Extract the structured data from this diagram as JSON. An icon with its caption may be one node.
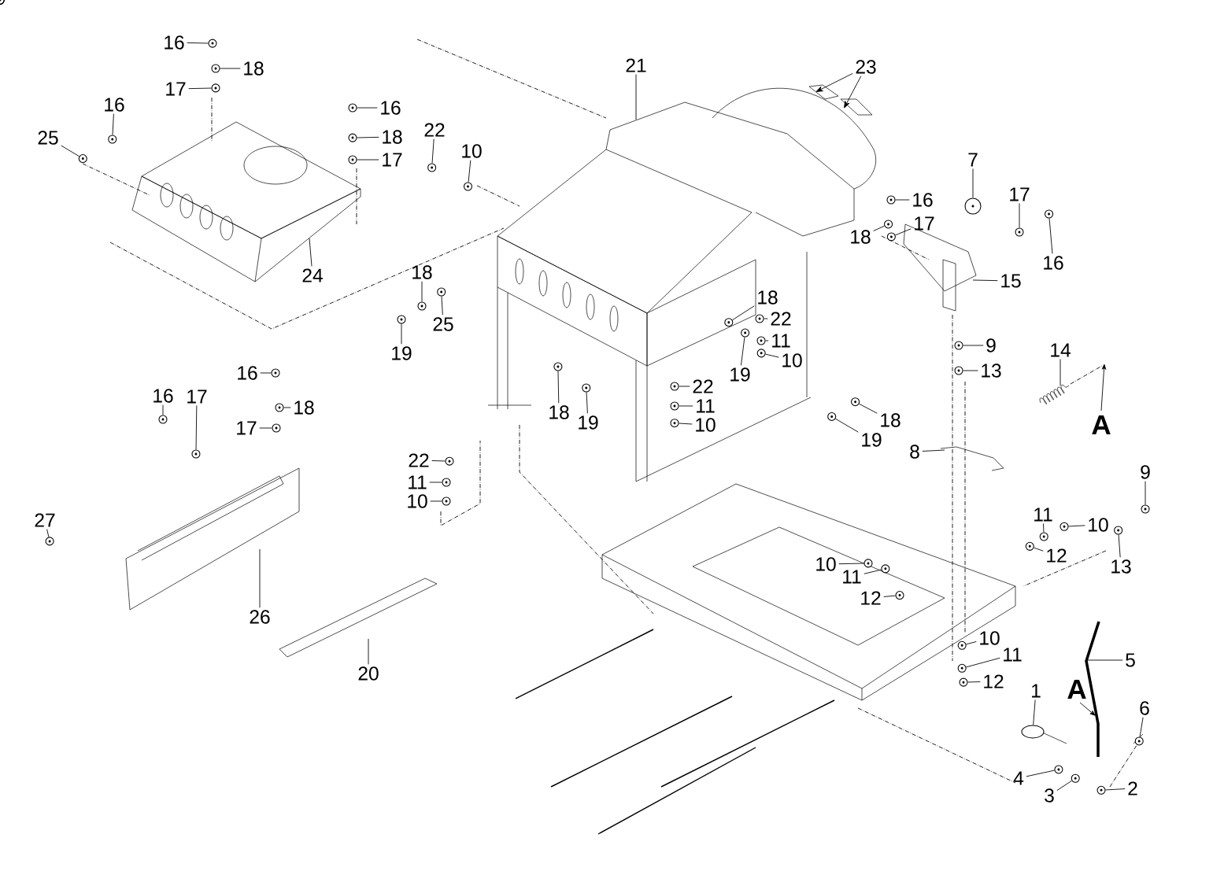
{
  "diagram": {
    "nodes": [
      {
        "text": [
          "16"
        ]
      },
      {
        "text": [
          "18"
        ]
      },
      {
        "text": [
          "17"
        ]
      },
      {
        "text": [
          "16"
        ]
      },
      {
        "text": [
          "25"
        ]
      },
      {
        "text": [
          "16"
        ]
      },
      {
        "text": [
          "18"
        ]
      },
      {
        "text": [
          "17"
        ]
      },
      {
        "text": [
          "24"
        ]
      },
      {
        "text": [
          "22"
        ]
      },
      {
        "text": [
          "10"
        ]
      },
      {
        "text": [
          "21"
        ]
      },
      {
        "text": [
          "23"
        ]
      },
      {
        "text": [
          "7"
        ]
      },
      {
        "text": [
          "16"
        ]
      },
      {
        "text": [
          "18"
        ]
      },
      {
        "text": [
          "17"
        ]
      },
      {
        "text": [
          "17"
        ]
      },
      {
        "text": [
          "16"
        ]
      },
      {
        "text": [
          "15"
        ]
      },
      {
        "text": [
          "18"
        ]
      },
      {
        "text": [
          "25"
        ]
      },
      {
        "text": [
          "19"
        ]
      },
      {
        "text": [
          "18"
        ]
      },
      {
        "text": [
          "22"
        ]
      },
      {
        "text": [
          "11"
        ]
      },
      {
        "text": [
          "10"
        ]
      },
      {
        "text": [
          "19"
        ]
      },
      {
        "text": [
          "9"
        ]
      },
      {
        "text": [
          "13"
        ]
      },
      {
        "text": [
          "14"
        ]
      },
      {
        "text": [
          "16"
        ]
      },
      {
        "text": [
          "18"
        ]
      },
      {
        "text": [
          "17"
        ]
      },
      {
        "text": [
          "16"
        ]
      },
      {
        "text": [
          "17"
        ]
      },
      {
        "text": [
          "22"
        ]
      },
      {
        "text": [
          "11"
        ]
      },
      {
        "text": [
          "10"
        ]
      },
      {
        "text": [
          "18"
        ]
      },
      {
        "text": [
          "19"
        ]
      },
      {
        "text": [
          "18"
        ]
      },
      {
        "text": [
          "19"
        ]
      },
      {
        "text": [
          "22"
        ]
      },
      {
        "text": [
          "11"
        ]
      },
      {
        "text": [
          "10"
        ]
      },
      {
        "text": [
          "8"
        ]
      },
      {
        "text": [
          "9"
        ]
      },
      {
        "text": [
          "11"
        ]
      },
      {
        "text": [
          "10"
        ]
      },
      {
        "text": [
          "12"
        ]
      },
      {
        "text": [
          "13"
        ]
      },
      {
        "text": [
          "27"
        ]
      },
      {
        "text": [
          "10"
        ]
      },
      {
        "text": [
          "11"
        ]
      },
      {
        "text": [
          "12"
        ]
      },
      {
        "text": [
          "26"
        ]
      },
      {
        "text": [
          "10"
        ]
      },
      {
        "text": [
          "11"
        ]
      },
      {
        "text": [
          "12"
        ]
      },
      {
        "text": [
          "5"
        ]
      },
      {
        "text": [
          "20"
        ]
      },
      {
        "text": [
          "1"
        ]
      },
      {
        "text": [
          "6"
        ]
      },
      {
        "text": [
          "4"
        ]
      },
      {
        "text": [
          "3"
        ]
      },
      {
        "text": [
          "2"
        ]
      },
      {
        "text": [],
        "shape": "circle"
      },
      {
        "text": [],
        "shape": "circle"
      },
      {
        "text": [],
        "shape": "circle"
      },
      {
        "text": [],
        "shape": "circle"
      },
      {
        "text": [],
        "shape": "circle"
      },
      {
        "text": [],
        "shape": "circle"
      },
      {
        "text": [],
        "shape": "circle"
      },
      {
        "text": [],
        "shape": "circle"
      },
      {
        "text": [],
        "shape": "circle"
      },
      {
        "text": [],
        "shape": "circle"
      },
      {
        "text": [],
        "shape": "circle"
      },
      {
        "text": [],
        "shape": "circle"
      },
      {
        "text": [],
        "shape": "circle"
      },
      {
        "text": [],
        "shape": "circle"
      },
      {
        "text": [],
        "shape": "circle"
      },
      {
        "text": [],
        "shape": "circle"
      },
      {
        "text": [],
        "shape": "circle"
      },
      {
        "text": [],
        "shape": "circle"
      },
      {
        "text": [],
        "shape": "circle"
      },
      {
        "text": [],
        "shape": "circle"
      },
      {
        "text": [],
        "shape": "circle"
      },
      {
        "text": [],
        "shape": "circle"
      },
      {
        "text": [],
        "shape": "circle"
      },
      {
        "text": [],
        "shape": "circle"
      },
      {
        "text": [],
        "shape": "circle"
      },
      {
        "text": [],
        "shape": "circle"
      },
      {
        "text": [],
        "shape": "circle"
      },
      {
        "text": [],
        "shape": "circle"
      },
      {
        "text": [],
        "shape": "circle"
      },
      {
        "text": [],
        "shape": "circle"
      },
      {
        "text": [],
        "shape": "circle"
      },
      {
        "text": [],
        "shape": "circle"
      },
      {
        "text": [],
        "shape": "circle"
      },
      {
        "text": [],
        "shape": "circle"
      },
      {
        "text": [],
        "shape": "circle"
      },
      {
        "text": [],
        "shape": "circle"
      },
      {
        "text": [],
        "shape": "circle"
      },
      {
        "text": [],
        "shape": "circle"
      },
      {
        "text": [],
        "shape": "circle"
      },
      {
        "text": [],
        "shape": "circle"
      },
      {
        "text": [],
        "shape": "circle"
      },
      {
        "text": [],
        "shape": "circle"
      },
      {
        "text": [],
        "shape": "circle"
      },
      {
        "text": [],
        "shape": "circle"
      },
      {
        "text": [],
        "shape": "circle"
      },
      {
        "text": [],
        "shape": "circle"
      },
      {
        "text": [],
        "shape": "circle"
      },
      {
        "text": [],
        "shape": "circle"
      },
      {
        "text": [],
        "shape": "circle"
      },
      {
        "text": [],
        "shape": "circle"
      },
      {
        "text": [],
        "shape": "circle"
      },
      {
        "text": [],
        "shape": "circle"
      },
      {
        "text": [],
        "shape": "circle"
      },
      {
        "text": [],
        "shape": "circle"
      },
      {
        "text": [],
        "shape": "circle"
      },
      {
        "text": [],
        "shape": "circle"
      },
      {
        "text": [],
        "shape": "circle"
      },
      {
        "text": [],
        "shape": "circle"
      },
      {
        "text": [],
        "shape": "circle"
      },
      {
        "text": [],
        "shape": "circle"
      },
      {
        "text": [],
        "shape": "circle"
      },
      {
        "text": [],
        "shape": "circle"
      },
      {
        "text": [],
        "shape": "circle"
      },
      {
        "text": [],
        "shape": "circle"
      },
      {
        "text": [],
        "shape": "circle"
      },
      {
        "text": [],
        "shape": "circle"
      },
      {
        "text": [],
        "shape": "circle"
      },
      {
        "text": [],
        "shape": "circle"
      }
    ],
    "edges": [
      {
        "from": 0,
        "to": 67,
        "arrow": "none"
      },
      {
        "from": 1,
        "to": 68,
        "arrow": "none"
      },
      {
        "from": 2,
        "to": 69,
        "arrow": "none"
      },
      {
        "from": 3,
        "to": 70,
        "arrow": "none"
      },
      {
        "from": 4,
        "to": 71,
        "arrow": "none"
      },
      {
        "from": 5,
        "to": 72,
        "arrow": "none"
      },
      {
        "from": 6,
        "to": 73,
        "arrow": "none"
      },
      {
        "from": 7,
        "to": 74,
        "arrow": "none"
      },
      {
        "from": 8,
        "to": null,
        "arrow": "none"
      },
      {
        "from": 9,
        "to": 75,
        "arrow": "none"
      },
      {
        "from": 10,
        "to": 76,
        "arrow": "none"
      },
      {
        "from": 11,
        "to": null,
        "arrow": "none"
      },
      {
        "from": 12,
        "to": null,
        "arrow": "to"
      },
      {
        "from": 12,
        "to": null,
        "arrow": "to"
      },
      {
        "from": 13,
        "to": 77,
        "arrow": "none"
      },
      {
        "from": 14,
        "to": 78,
        "arrow": "none"
      },
      {
        "from": 15,
        "to": 79,
        "arrow": "none"
      },
      {
        "from": 16,
        "to": 80,
        "arrow": "none"
      },
      {
        "from": 17,
        "to": 81,
        "arrow": "none"
      },
      {
        "from": 18,
        "to": 82,
        "arrow": "none"
      },
      {
        "from": 19,
        "to": null,
        "arrow": "none"
      },
      {
        "from": 20,
        "to": 83,
        "arrow": "none"
      },
      {
        "from": 21,
        "to": 84,
        "arrow": "none"
      },
      {
        "from": 22,
        "to": 85,
        "arrow": "none"
      },
      {
        "from": 23,
        "to": 86,
        "arrow": "none"
      },
      {
        "from": 24,
        "to": 87,
        "arrow": "none"
      },
      {
        "from": 25,
        "to": 88,
        "arrow": "none"
      },
      {
        "from": 26,
        "to": 89,
        "arrow": "none"
      },
      {
        "from": 27,
        "to": 90,
        "arrow": "none"
      },
      {
        "from": 28,
        "to": 91,
        "arrow": "none"
      },
      {
        "from": 29,
        "to": 92,
        "arrow": "none"
      },
      {
        "from": 30,
        "to": null,
        "arrow": "none"
      },
      {
        "from": 31,
        "to": 93,
        "arrow": "none"
      },
      {
        "from": 32,
        "to": 94,
        "arrow": "none"
      },
      {
        "from": 33,
        "to": 95,
        "arrow": "none"
      },
      {
        "from": 34,
        "to": 96,
        "arrow": "none"
      },
      {
        "from": 35,
        "to": 97,
        "arrow": "none"
      },
      {
        "from": 36,
        "to": 98,
        "arrow": "none"
      },
      {
        "from": 37,
        "to": 99,
        "arrow": "none"
      },
      {
        "from": 38,
        "to": 100,
        "arrow": "none"
      },
      {
        "from": 39,
        "to": 101,
        "arrow": "none"
      },
      {
        "from": 40,
        "to": 102,
        "arrow": "none"
      },
      {
        "from": 41,
        "to": 103,
        "arrow": "none"
      },
      {
        "from": 42,
        "to": 104,
        "arrow": "none"
      },
      {
        "from": 43,
        "to": 105,
        "arrow": "none"
      },
      {
        "from": 44,
        "to": 106,
        "arrow": "none"
      },
      {
        "from": 45,
        "to": 107,
        "arrow": "none"
      },
      {
        "from": 46,
        "to": null,
        "arrow": "none"
      },
      {
        "from": 47,
        "to": 108,
        "arrow": "none"
      },
      {
        "from": 48,
        "to": 109,
        "arrow": "none"
      },
      {
        "from": 49,
        "to": 110,
        "arrow": "none"
      },
      {
        "from": 50,
        "to": 111,
        "arrow": "none"
      },
      {
        "from": 51,
        "to": 112,
        "arrow": "none"
      },
      {
        "from": 52,
        "to": 113,
        "arrow": "none"
      },
      {
        "from": 53,
        "to": 114,
        "arrow": "none"
      },
      {
        "from": 54,
        "to": 115,
        "arrow": "none"
      },
      {
        "from": 55,
        "to": 116,
        "arrow": "none"
      },
      {
        "from": 56,
        "to": null,
        "arrow": "none"
      },
      {
        "from": 57,
        "to": 117,
        "arrow": "none"
      },
      {
        "from": 58,
        "to": 118,
        "arrow": "none"
      },
      {
        "from": 59,
        "to": 119,
        "arrow": "none"
      },
      {
        "from": 60,
        "to": null,
        "arrow": "none"
      },
      {
        "from": 61,
        "to": null,
        "arrow": "none"
      },
      {
        "from": 62,
        "to": 124,
        "arrow": "none"
      },
      {
        "from": 63,
        "to": 120,
        "arrow": "none"
      },
      {
        "from": 64,
        "to": 121,
        "arrow": "none"
      },
      {
        "from": 65,
        "to": 122,
        "arrow": "none"
      },
      {
        "from": 66,
        "to": 123,
        "arrow": "none"
      }
    ],
    "labels": [
      "A",
      "A"
    ]
  }
}
